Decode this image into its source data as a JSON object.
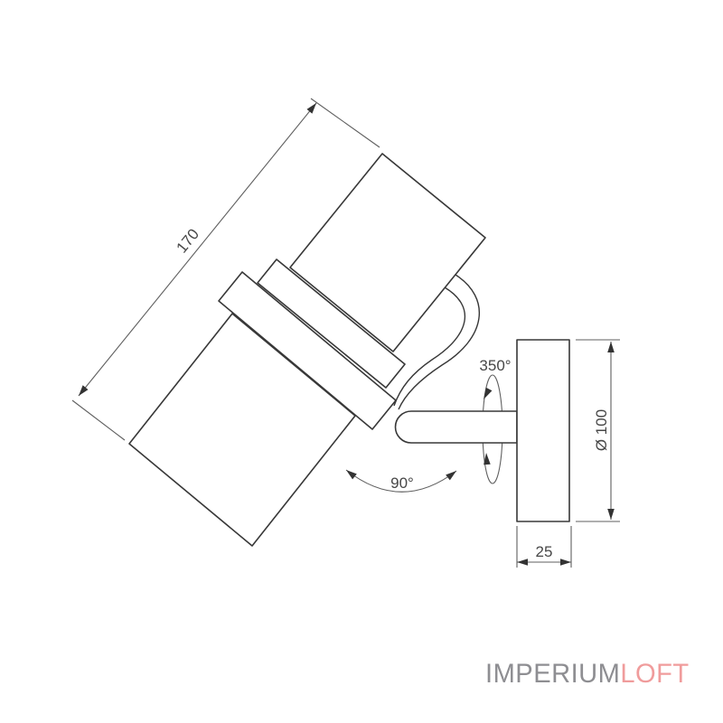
{
  "drawing": {
    "labels": {
      "length": "170",
      "swivel": "350°",
      "tilt": "90°",
      "diameter": "Ø 100",
      "depth": "25"
    },
    "colors": {
      "outline": "#383838",
      "dimension_line": "#5f5f5f",
      "label_text": "#474747",
      "arrow": "#333333",
      "background": "#ffffff",
      "logo_gray": "#8e8e92",
      "logo_accent": "#f09c9c"
    }
  },
  "logo": {
    "part1": "IMPERIUM",
    "part2": "LOFT"
  }
}
